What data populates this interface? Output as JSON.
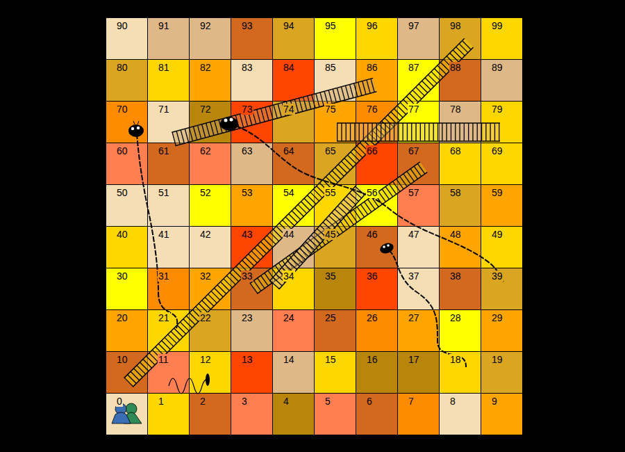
{
  "diagram": {
    "nodes": [
      {
        "text": [
          "90"
        ]
      },
      {
        "text": [
          "91"
        ]
      },
      {
        "text": [
          "92"
        ]
      },
      {
        "text": [
          "93"
        ]
      },
      {
        "text": [
          "94"
        ]
      },
      {
        "text": [
          "95"
        ]
      },
      {
        "text": [
          "96"
        ]
      },
      {
        "text": [
          "97"
        ]
      },
      {
        "text": [
          "98"
        ]
      },
      {
        "text": [
          "99"
        ]
      },
      {
        "text": [
          "80"
        ]
      },
      {
        "text": [
          "81"
        ]
      },
      {
        "text": [
          "82"
        ]
      },
      {
        "text": [
          "83"
        ]
      },
      {
        "text": [
          "84"
        ]
      },
      {
        "text": [
          "85"
        ]
      },
      {
        "text": [
          "86"
        ]
      },
      {
        "text": [
          "87"
        ]
      },
      {
        "text": [
          "88"
        ]
      },
      {
        "text": [
          "89"
        ]
      },
      {
        "text": [
          "70"
        ]
      },
      {
        "text": [
          "71"
        ]
      },
      {
        "text": [
          "72"
        ]
      },
      {
        "text": [
          "73"
        ]
      },
      {
        "text": [
          "74"
        ]
      },
      {
        "text": [
          "75"
        ]
      },
      {
        "text": [
          "76"
        ]
      },
      {
        "text": [
          "77"
        ]
      },
      {
        "text": [
          "78"
        ]
      },
      {
        "text": [
          "79"
        ]
      },
      {
        "text": [
          "60"
        ]
      },
      {
        "text": [
          "61"
        ]
      },
      {
        "text": [
          "62"
        ]
      },
      {
        "text": [
          "63"
        ]
      },
      {
        "text": [
          "64"
        ]
      },
      {
        "text": [
          "65"
        ]
      },
      {
        "text": [
          "66"
        ]
      },
      {
        "text": [
          "67"
        ]
      },
      {
        "text": [
          "68"
        ]
      },
      {
        "text": [
          "69"
        ]
      },
      {
        "text": [
          "50"
        ]
      },
      {
        "text": [
          "51"
        ]
      },
      {
        "text": [
          "52"
        ]
      },
      {
        "text": [
          "53"
        ]
      },
      {
        "text": [
          "54"
        ]
      },
      {
        "text": [
          "55"
        ]
      },
      {
        "text": [
          "56"
        ]
      },
      {
        "text": [
          "57"
        ]
      },
      {
        "text": [
          "58"
        ]
      },
      {
        "text": [
          "59"
        ]
      },
      {
        "text": [
          "40"
        ]
      },
      {
        "text": [
          "41"
        ]
      },
      {
        "text": [
          "42"
        ]
      },
      {
        "text": [
          "43"
        ]
      },
      {
        "text": [
          "44"
        ]
      },
      {
        "text": [
          "45"
        ]
      },
      {
        "text": [
          "46"
        ]
      },
      {
        "text": [
          "47"
        ]
      },
      {
        "text": [
          "48"
        ]
      },
      {
        "text": [
          "49"
        ]
      },
      {
        "text": [
          "30"
        ]
      },
      {
        "text": [
          "31"
        ]
      },
      {
        "text": [
          "32"
        ]
      },
      {
        "text": [
          "33"
        ]
      },
      {
        "text": [
          "34"
        ]
      },
      {
        "text": [
          "35"
        ]
      },
      {
        "text": [
          "36"
        ]
      },
      {
        "text": [
          "37"
        ]
      },
      {
        "text": [
          "38"
        ]
      },
      {
        "text": [
          "39"
        ]
      },
      {
        "text": [
          "20"
        ]
      },
      {
        "text": [
          "21"
        ]
      },
      {
        "text": [
          "22"
        ]
      },
      {
        "text": [
          "23"
        ]
      },
      {
        "text": [
          "24"
        ]
      },
      {
        "text": [
          "25"
        ]
      },
      {
        "text": [
          "26"
        ]
      },
      {
        "text": [
          "27"
        ]
      },
      {
        "text": [
          "28"
        ]
      },
      {
        "text": [
          "29"
        ]
      },
      {
        "text": [
          "10"
        ]
      },
      {
        "text": [
          "11"
        ]
      },
      {
        "text": [
          "12"
        ]
      },
      {
        "text": [
          "13"
        ]
      },
      {
        "text": [
          "14"
        ]
      },
      {
        "text": [
          "15"
        ]
      },
      {
        "text": [
          "16"
        ]
      },
      {
        "text": [
          "17"
        ]
      },
      {
        "text": [
          "18"
        ]
      },
      {
        "text": [
          "19"
        ]
      },
      {
        "text": [
          "0"
        ]
      },
      {
        "text": [
          "1"
        ]
      },
      {
        "text": [
          "2"
        ]
      },
      {
        "text": [
          "3"
        ]
      },
      {
        "text": [
          "4"
        ]
      },
      {
        "text": [
          "5"
        ]
      },
      {
        "text": [
          "6"
        ]
      },
      {
        "text": [
          "7"
        ]
      },
      {
        "text": [
          "8"
        ]
      },
      {
        "text": [
          "9"
        ]
      }
    ]
  }
}
